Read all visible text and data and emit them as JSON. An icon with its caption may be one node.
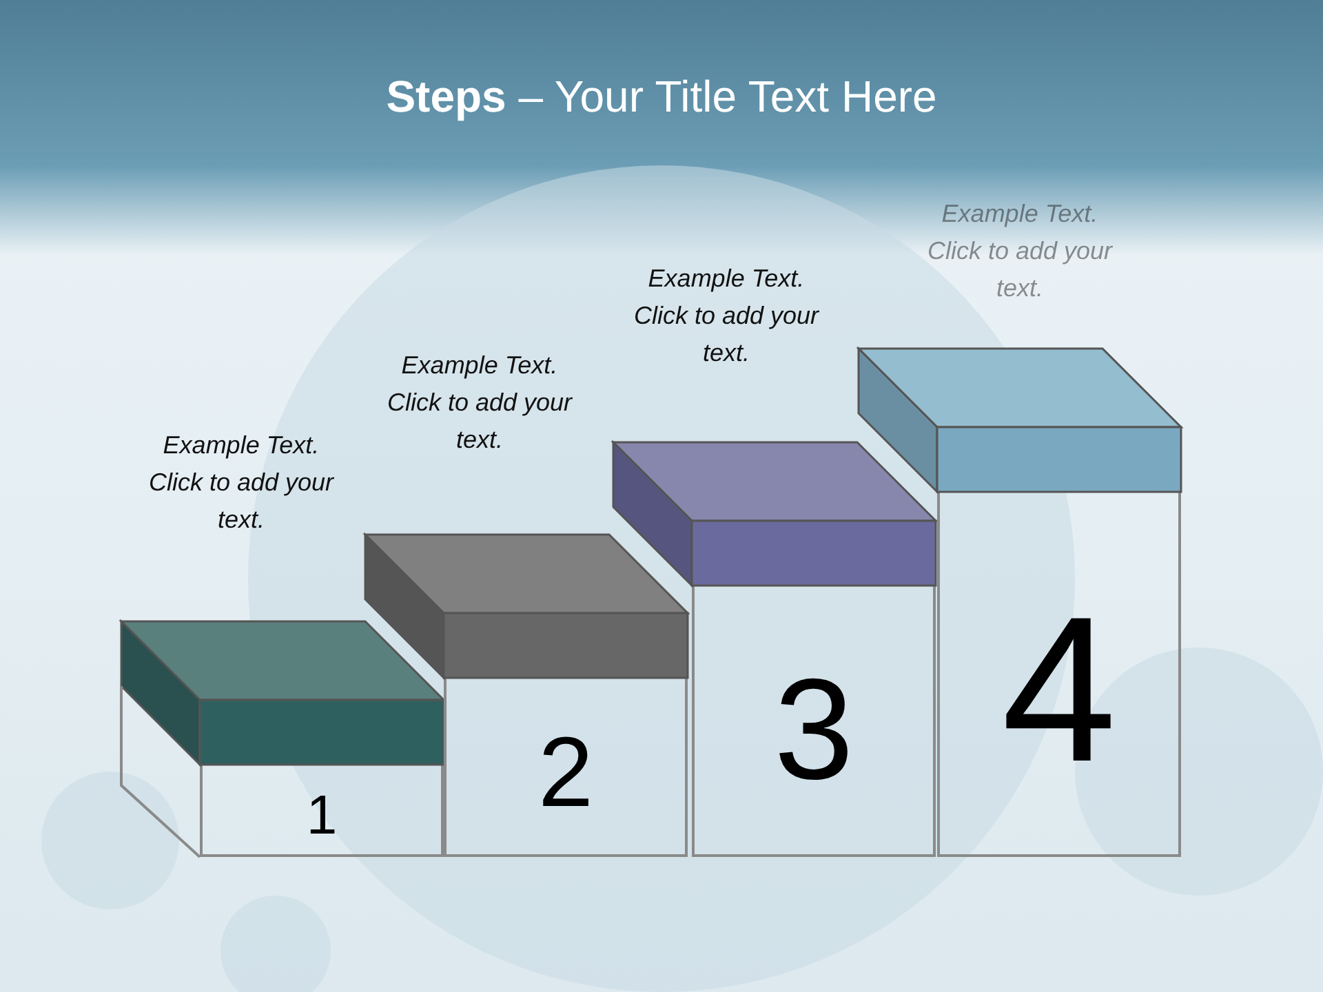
{
  "diagram": {
    "title": "**Steps** – Your Title Text Here",
    "nodes": [
      {
        "text": [
          "1"
        ]
      },
      {
        "text": [
          "2"
        ]
      },
      {
        "text": [
          "3"
        ]
      },
      {
        "text": [
          "4"
        ]
      }
    ],
    "edges": [],
    "labels": [
      "Example Text. Click to add your text.",
      "Example Text. Click to add your text.",
      "Example Text. Click to add your text.",
      "Example Text. Click to add your text."
    ]
  }
}
